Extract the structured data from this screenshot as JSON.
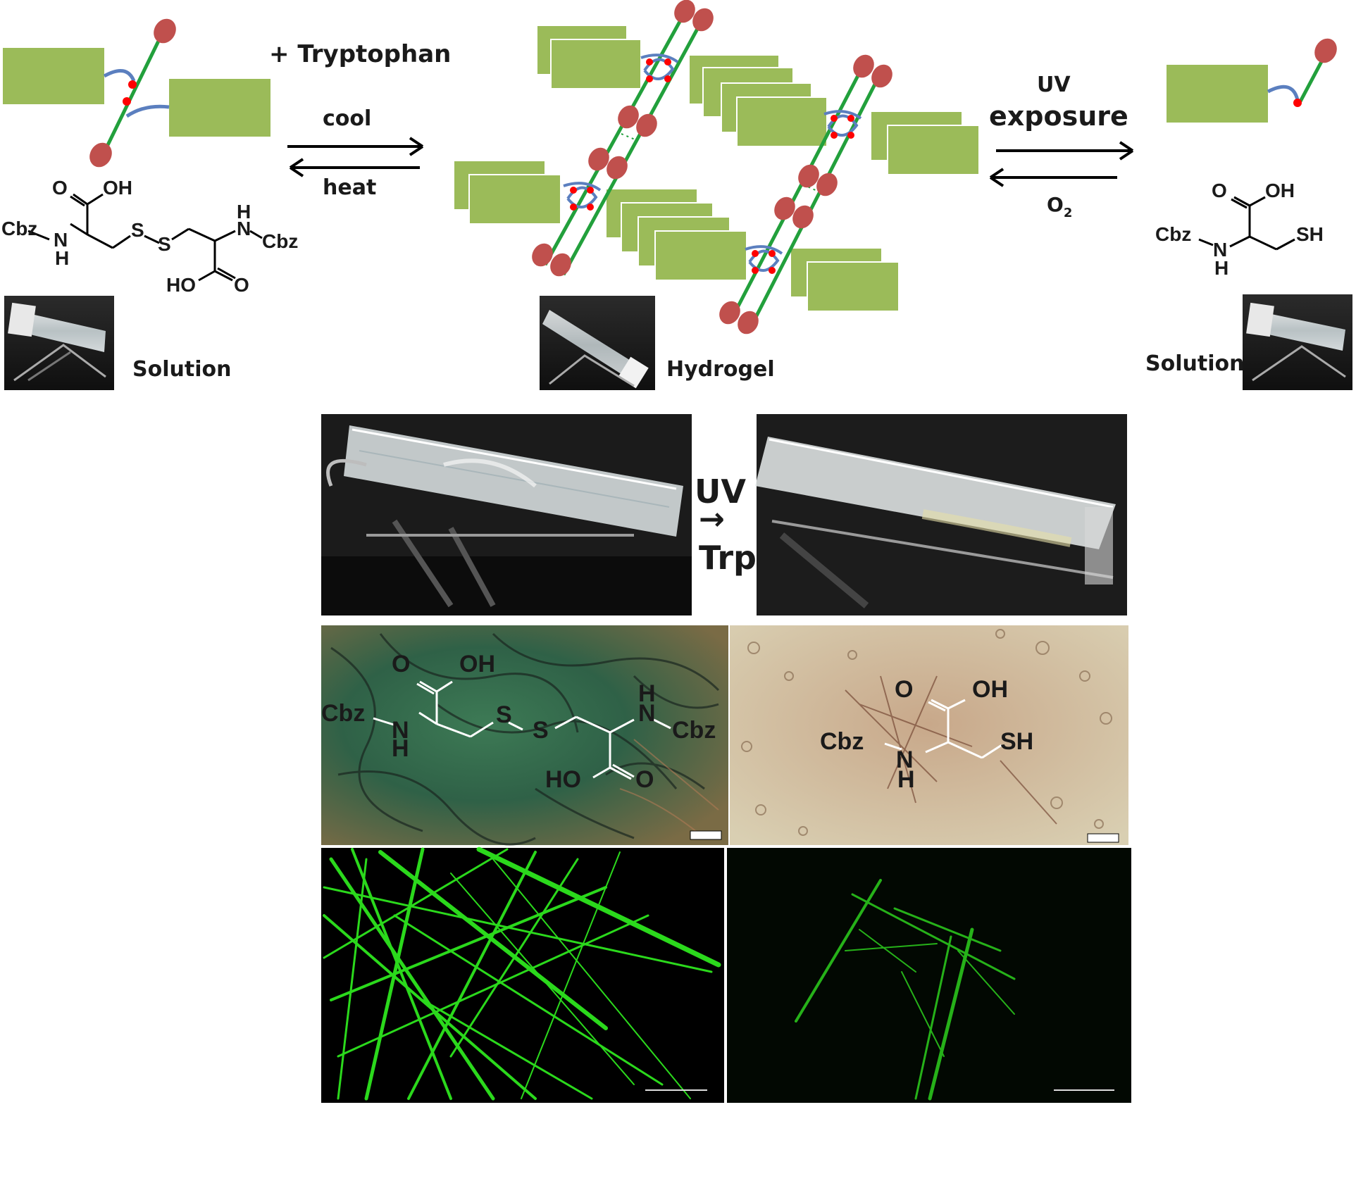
{
  "scheme": {
    "reagent_label": "+ Tryptophan",
    "forward_label": "cool",
    "reverse_label": "heat",
    "uv_label": "UV",
    "uv_label_2": "exposure",
    "oxygen_label": "O",
    "oxygen_subscript": "2",
    "state_left": "Solution",
    "state_middle": "Hydrogel",
    "state_right": "Solution"
  },
  "structures": {
    "cbz": "Cbz",
    "nh_n": "N",
    "nh_h": "H",
    "oh": "OH",
    "o": "O",
    "ho": "HO",
    "s": "S",
    "sh": "SH"
  },
  "photos_row": {
    "uv_label": "UV",
    "arrow": "→",
    "trp_label": "Trp"
  },
  "colors": {
    "block_green": "#9bbb59",
    "strand_green": "#22a03c",
    "bead_red": "#c0504d",
    "hook_blue": "#5b7fbf",
    "dot_red": "#ff0000",
    "fluor_green": "#33ff22"
  }
}
